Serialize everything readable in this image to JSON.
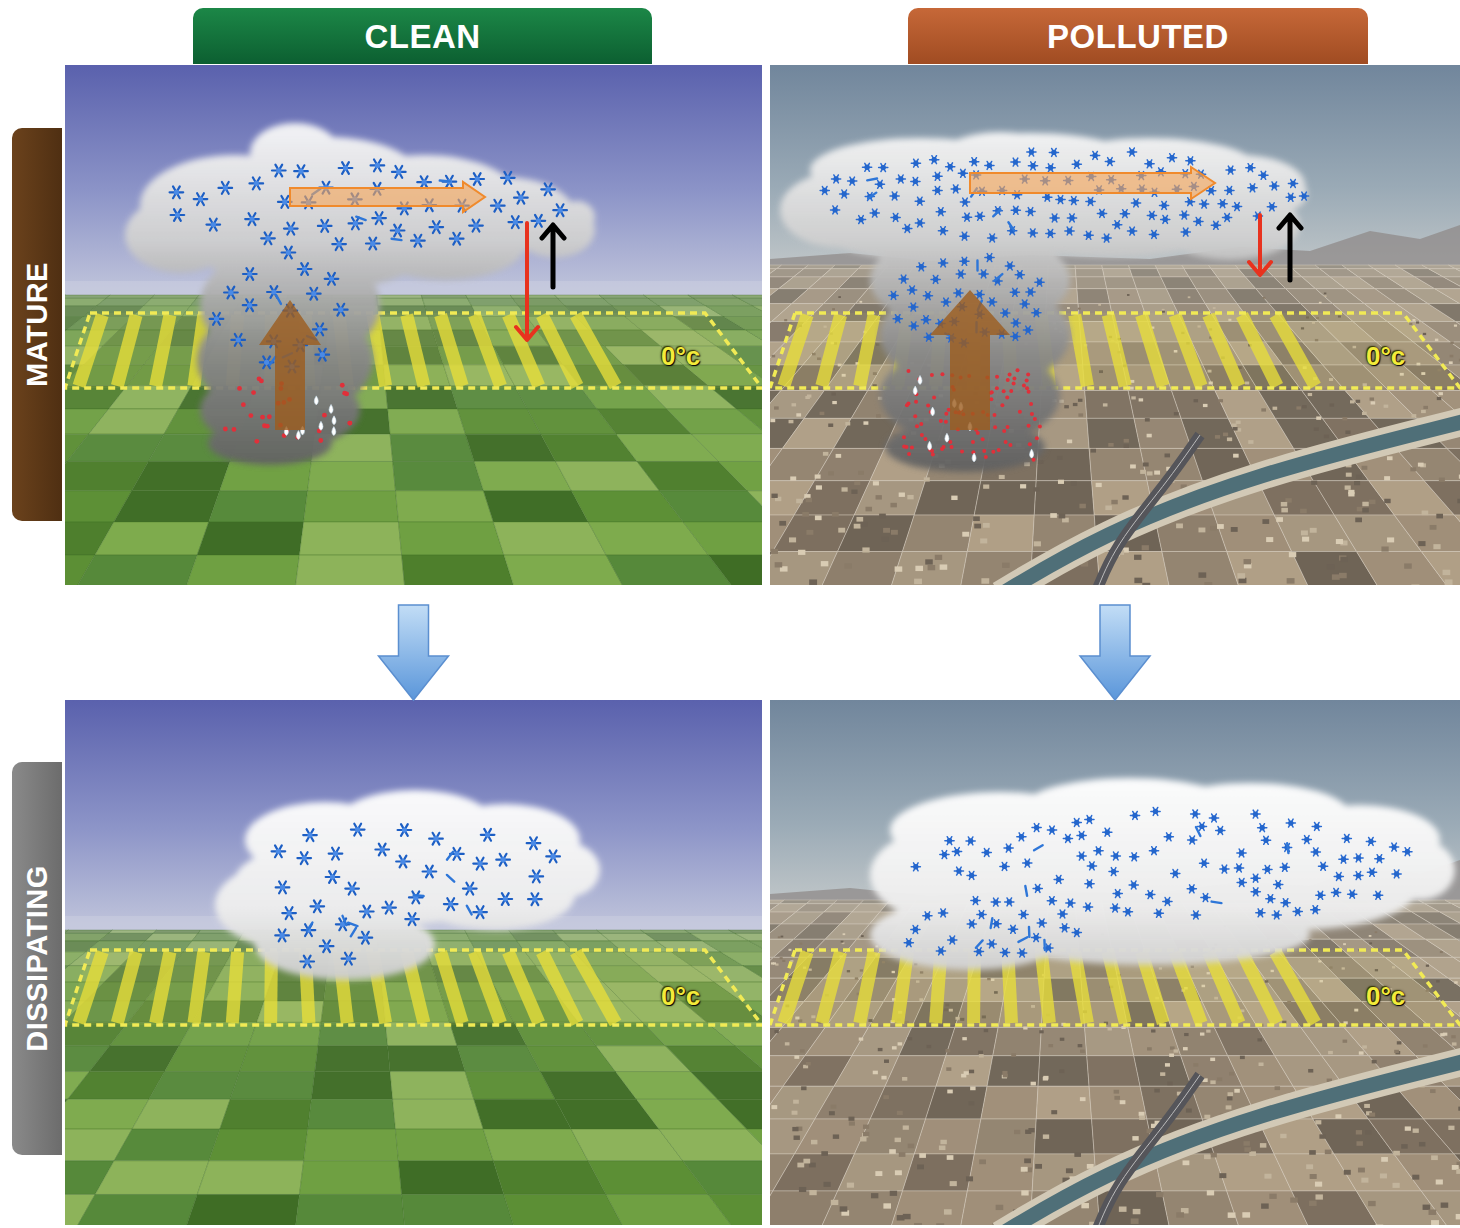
{
  "diagram": {
    "nodes": [
      {
        "text": [
          "CLEAN"
        ]
      },
      {
        "text": [
          "POLLUTED"
        ]
      },
      {
        "text": [
          "MATURE"
        ]
      },
      {
        "text": [
          "0°c"
        ]
      },
      {
        "text": [
          "0°c"
        ]
      },
      {
        "text": [
          "DISSIPATING"
        ]
      },
      {
        "text": [
          "0°c"
        ]
      },
      {
        "text": [
          "0°c"
        ]
      }
    ],
    "edges": [
      {
        "from": 3,
        "to": 6,
        "arrow": "to"
      },
      {
        "from": 4,
        "to": 7,
        "arrow": "to"
      }
    ]
  }
}
